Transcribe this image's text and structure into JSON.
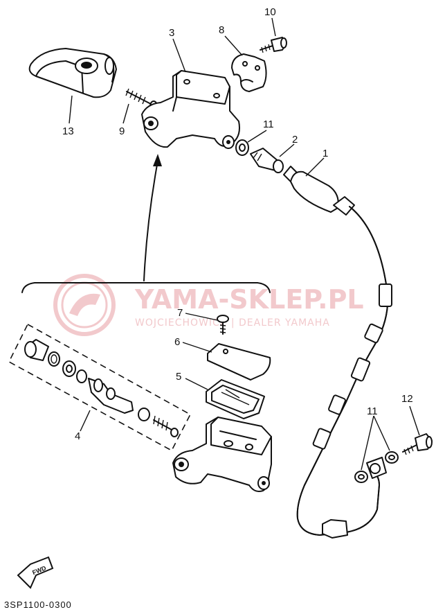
{
  "callouts": [
    {
      "id": "1",
      "text": "1"
    },
    {
      "id": "2",
      "text": "2"
    },
    {
      "id": "3",
      "text": "3"
    },
    {
      "id": "4",
      "text": "4"
    },
    {
      "id": "5",
      "text": "5"
    },
    {
      "id": "6",
      "text": "6"
    },
    {
      "id": "7",
      "text": "7"
    },
    {
      "id": "8",
      "text": "8"
    },
    {
      "id": "9",
      "text": "9"
    },
    {
      "id": "10",
      "text": "10"
    },
    {
      "id": "11a",
      "text": "11"
    },
    {
      "id": "11b",
      "text": "11"
    },
    {
      "id": "12",
      "text": "12"
    },
    {
      "id": "13",
      "text": "13"
    }
  ],
  "watermark": {
    "brand": "YAMA-SKLEP.PL",
    "subtitle": "WOJCIECHOWICZ | DEALER YAMAHA"
  },
  "direction_badge": "FWD",
  "diagram_code": "3SP1100-0300",
  "colors": {
    "line": "#111111",
    "watermark": "#f2c9cc"
  }
}
